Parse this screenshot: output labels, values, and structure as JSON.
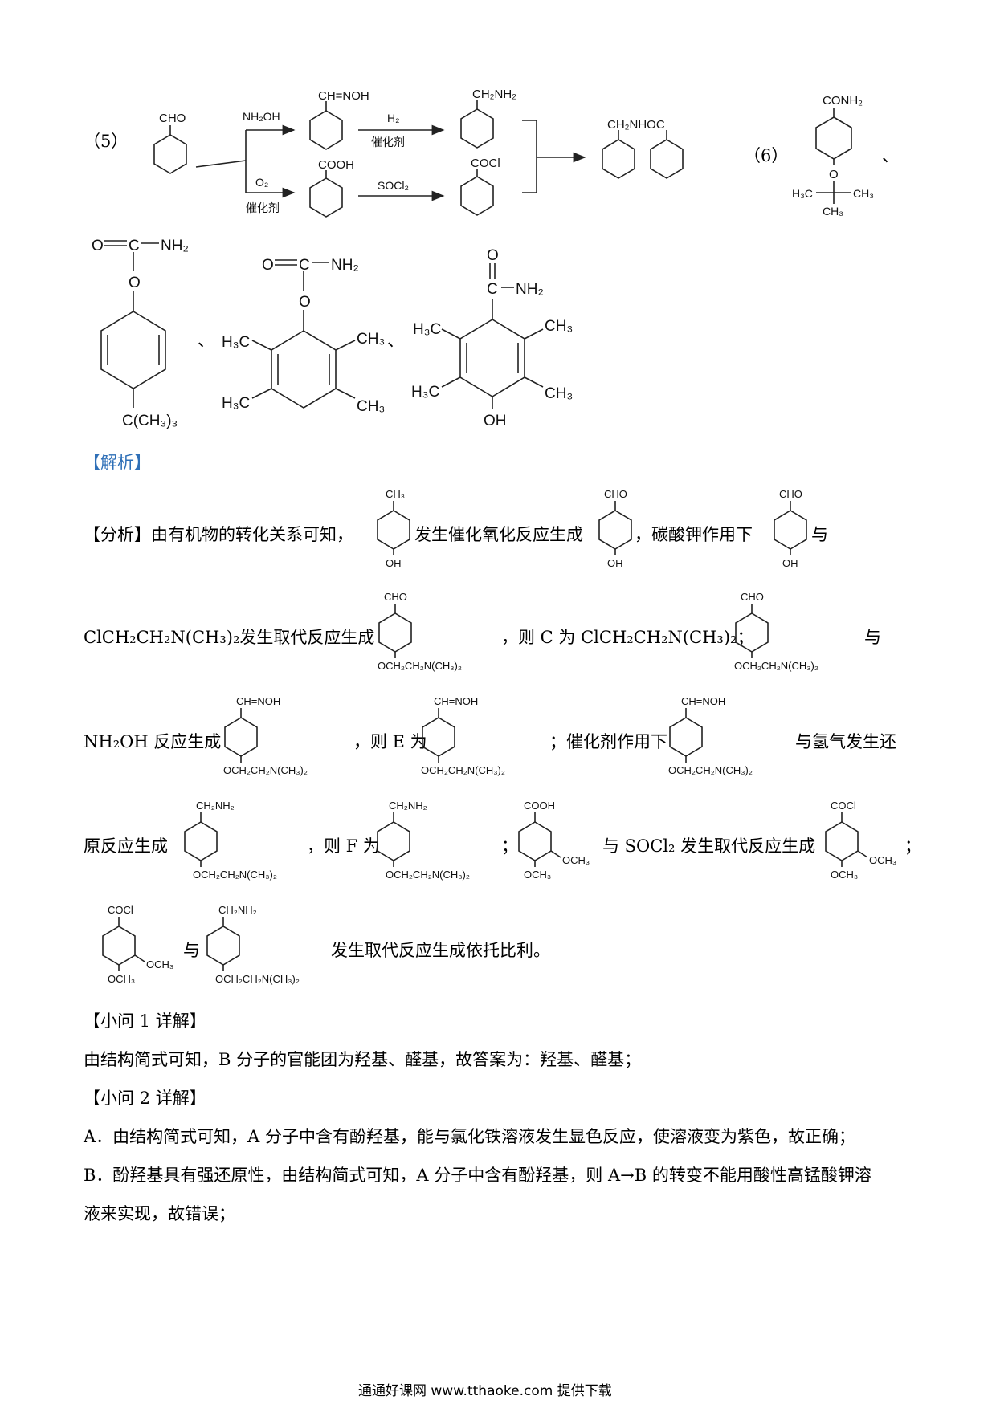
{
  "q5": {
    "label": "（5）",
    "reagent_up": "NH₂OH",
    "reagent_h2": "H₂",
    "cat1": "催化剂",
    "reagent_o2": "O₂",
    "cat2": "催化剂",
    "reagent_socl2": "SOCl₂",
    "m_start": "CHO",
    "m_oxime": "CH=NOH",
    "m_amine": "CH₂NH₂",
    "m_acid": "COOH",
    "m_acyl": "COCl",
    "m_prod": "CH₂NHOC"
  },
  "q6": {
    "label": "（6）",
    "sep": "、",
    "s1_top": "CONH₂",
    "s1_o": "O",
    "s1_left": "H₃C",
    "s1_right": "CH₃",
    "s1_bottom": "CH₃",
    "s2_o1": "O",
    "s2_nh2": "NH₂",
    "s2_o2": "O",
    "s2_bottom": "C(CH₃)₃",
    "s3_o1": "O",
    "s3_nh2": "NH₂",
    "s3_o2": "O",
    "s3_me": "CH₃",
    "s3_me2": "H₃C",
    "s4_o": "O",
    "s4_nh2": "NH₂",
    "s4_c": "C",
    "s4_me_a": "H₃C",
    "s4_me_b": "CH₃",
    "s4_me_c": "H₃C",
    "s4_me_d": "CH₃",
    "s4_oh": "OH"
  },
  "jiexi": "【解析】",
  "analysis": {
    "p1a": "【分析】由有机物的转化关系可知，",
    "p1b": "发生催化氧化反应生成",
    "p1c": "，碳酸钾作用下",
    "p1d": "与",
    "p2a": "ClCH₂CH₂N(CH₃)₂发生取代反应生成",
    "p2b": "，则 C 为 ClCH₂CH₂N(CH₃)₂；",
    "p2c": "与",
    "p3a": "NH₂OH 反应生成",
    "p3b": "，则 E 为",
    "p3c": "；催化剂作用下",
    "p3d": "与氢气发生还",
    "p4a": "原反应生成",
    "p4b": "，则 F 为",
    "p4c": "；",
    "p4d": "与 SOCl₂ 发生取代反应生成",
    "p4e": "；",
    "p5a": "与",
    "p5b": "发生取代反应生成依托比利。",
    "g_ch3": "CH₃",
    "g_oh": "OH",
    "g_cho": "CHO",
    "g_side": "OCH₂CH₂N(CH₃)₂",
    "g_oxime": "CH=NOH",
    "g_amine": "CH₂NH₂",
    "g_cooh": "COOH",
    "g_cocl": "COCl",
    "g_och3": "OCH₃"
  },
  "sub1": {
    "title": "【小问 1 详解】",
    "body": "由结构简式可知，B 分子的官能团为羟基、醛基，故答案为：羟基、醛基；"
  },
  "sub2": {
    "title": "【小问 2 详解】",
    "a": "A．由结构简式可知，A 分子中含有酚羟基，能与氯化铁溶液发生显色反应，使溶液变为紫色，故正确；",
    "b1": "B．酚羟基具有强还原性，由结构简式可知，A 分子中含有酚羟基，则 A→B 的转变不能用酸性高锰酸钾溶",
    "b2": "液来实现，故错误；"
  },
  "footer": "通通好课网 www.tthaoke.com 提供下载"
}
